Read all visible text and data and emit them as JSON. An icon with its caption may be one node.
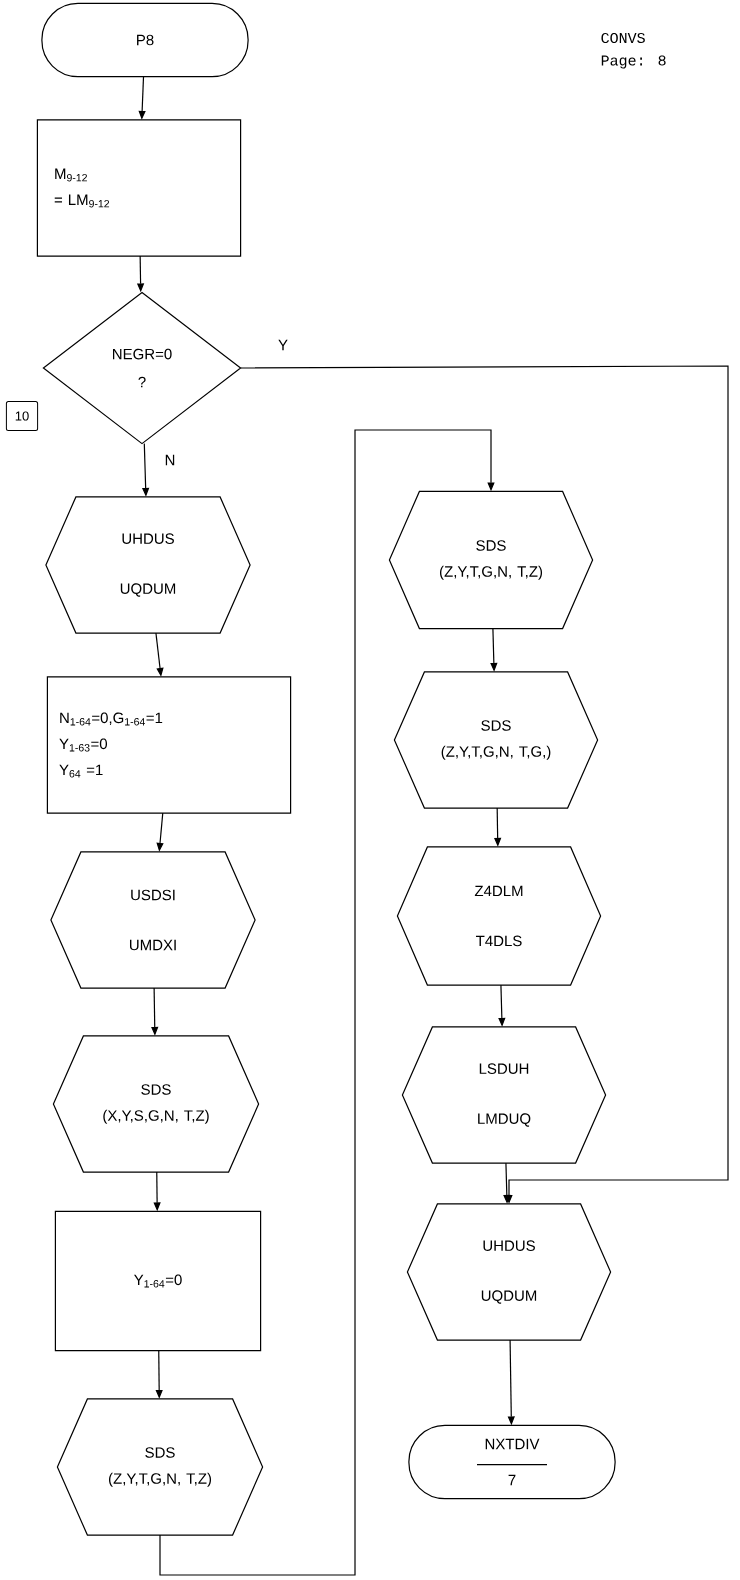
{
  "diagram": {
    "nodes": [
      {
        "text": [
          "P8"
        ]
      },
      {
        "text": [
          "M$_{9-12}$",
          "= LM$_{9-12}$"
        ]
      },
      {
        "text": [
          "NEGR=0",
          "?"
        ]
      },
      {
        "text": [
          "10"
        ]
      },
      {
        "text": [
          "UHDUS",
          "UQDUM"
        ]
      },
      {
        "text": [
          "N$_{1-64}$=0,G$_{1-64}$=1",
          "Y$_{1-63}$=0",
          "Y$_{64}$ =1"
        ]
      },
      {
        "text": [
          "USDSI",
          "UMDXI"
        ]
      },
      {
        "text": [
          "SDS",
          "(X,Y,S,G,N, T,Z)"
        ]
      },
      {
        "text": [
          "Y$_{1-64}$=0"
        ]
      },
      {
        "text": [
          "SDS",
          "(Z,Y,T,G,N, T,Z)"
        ]
      },
      {
        "text": [
          "SDS",
          "(Z,Y,T,G,N, T,Z)"
        ]
      },
      {
        "text": [
          "SDS",
          "(Z,Y,T,G,N, T,G,)"
        ]
      },
      {
        "text": [
          "Z4DLM",
          "T4DLS"
        ]
      },
      {
        "text": [
          "LSDUH",
          "LMDUQ"
        ]
      },
      {
        "text": [
          "UHDUS",
          "UQDUM"
        ]
      },
      {
        "text": [
          "NXTDIV",
          "7"
        ]
      }
    ],
    "edges": [
      {
        "from": 0,
        "to": 1,
        "arrow": "to"
      },
      {
        "from": 1,
        "to": 2,
        "arrow": "to"
      },
      {
        "from": 2,
        "to": 14,
        "arrow": "to",
        "label": "Y"
      },
      {
        "from": 2,
        "to": 4,
        "arrow": "to",
        "label": "N"
      },
      {
        "from": 4,
        "to": 5,
        "arrow": "to"
      },
      {
        "from": 5,
        "to": 6,
        "arrow": "to"
      },
      {
        "from": 6,
        "to": 7,
        "arrow": "to"
      },
      {
        "from": 7,
        "to": 8,
        "arrow": "to"
      },
      {
        "from": 8,
        "to": 9,
        "arrow": "to"
      },
      {
        "from": 9,
        "to": 10,
        "arrow": "to"
      },
      {
        "from": 10,
        "to": 11,
        "arrow": "to"
      },
      {
        "from": 11,
        "to": 12,
        "arrow": "to"
      },
      {
        "from": 12,
        "to": 13,
        "arrow": "to"
      },
      {
        "from": 13,
        "to": 14,
        "arrow": "to"
      },
      {
        "from": 14,
        "to": 15,
        "arrow": "to"
      }
    ],
    "labels": [
      "CONVS",
      "Page:  8"
    ]
  }
}
